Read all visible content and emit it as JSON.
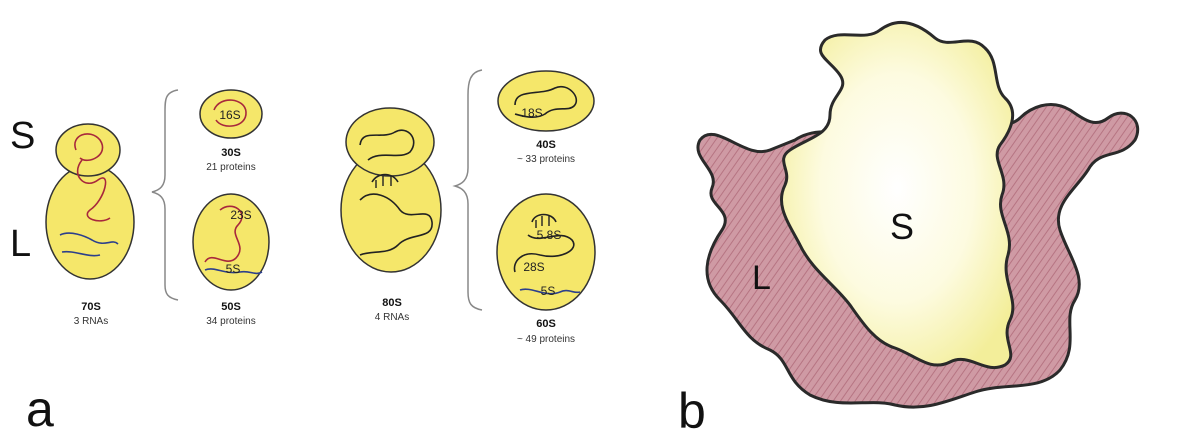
{
  "panel_a": {
    "panel_letter": "a",
    "side_labels": {
      "small": "S",
      "large": "L"
    },
    "prokaryote": {
      "whole": {
        "name": "70S",
        "detail": "3 RNAs"
      },
      "small_subunit": {
        "name": "30S",
        "detail": "21 proteins",
        "rnas": [
          "16S"
        ]
      },
      "large_subunit": {
        "name": "50S",
        "detail": "34 proteins",
        "rnas": [
          "23S",
          "5S"
        ]
      }
    },
    "eukaryote": {
      "whole": {
        "name": "80S",
        "detail": "4 RNAs"
      },
      "small_subunit": {
        "name": "40S",
        "detail": "~ 33 proteins",
        "rnas": [
          "18S"
        ]
      },
      "large_subunit": {
        "name": "60S",
        "detail": "~ 49 proteins",
        "rnas": [
          "5.8S",
          "28S",
          "5S"
        ]
      }
    }
  },
  "panel_b": {
    "panel_letter": "b",
    "large_label": "L",
    "small_label": "S"
  },
  "colors": {
    "subunit_fill": "#f5e76a",
    "subunit_stroke": "#333333",
    "rna_red": "#a8283c",
    "rna_blue": "#2c3f8c",
    "large_subunit_b": "#c98f9b",
    "small_subunit_b": "#faf7c0"
  }
}
